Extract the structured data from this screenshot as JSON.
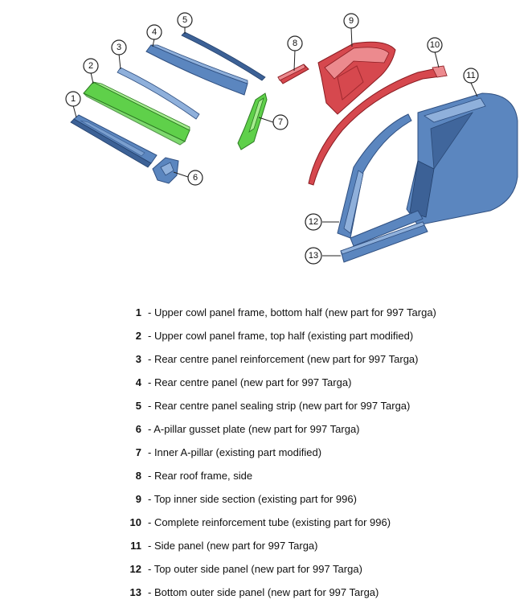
{
  "callouts": [
    "1",
    "2",
    "3",
    "4",
    "5",
    "6",
    "7",
    "8",
    "9",
    "10",
    "11",
    "12",
    "13"
  ],
  "legend": [
    {
      "num": "1",
      "text": "- Upper cowl panel frame, bottom half (new part for 997 Targa)"
    },
    {
      "num": "2",
      "text": "- Upper cowl panel frame, top half (existing part modified)"
    },
    {
      "num": "3",
      "text": "- Rear centre panel reinforcement (new part for 997 Targa)"
    },
    {
      "num": "4",
      "text": "- Rear centre panel (new part for 997 Targa)"
    },
    {
      "num": "5",
      "text": "- Rear centre panel sealing strip (new part for 997 Targa)"
    },
    {
      "num": "6",
      "text": "- A-pillar gusset plate (new part for 997 Targa)"
    },
    {
      "num": "7",
      "text": "- Inner A-pillar (existing part modified)"
    },
    {
      "num": "8",
      "text": "- Rear roof frame, side"
    },
    {
      "num": "9",
      "text": "- Top inner side section (existing part for 996)"
    },
    {
      "num": "10",
      "text": "- Complete reinforcement tube (existing part for 996)"
    },
    {
      "num": "11",
      "text": "- Side panel (new part for 997 Targa)"
    },
    {
      "num": "12",
      "text": "- Top outer side panel (new part for 997 Targa)"
    },
    {
      "num": "13",
      "text": "- Bottom outer side panel (new part for 997 Targa)"
    }
  ],
  "colors": {
    "blue_parts": "#5b86bf",
    "green_parts": "#5fd04a",
    "red_parts": "#d6484e"
  }
}
